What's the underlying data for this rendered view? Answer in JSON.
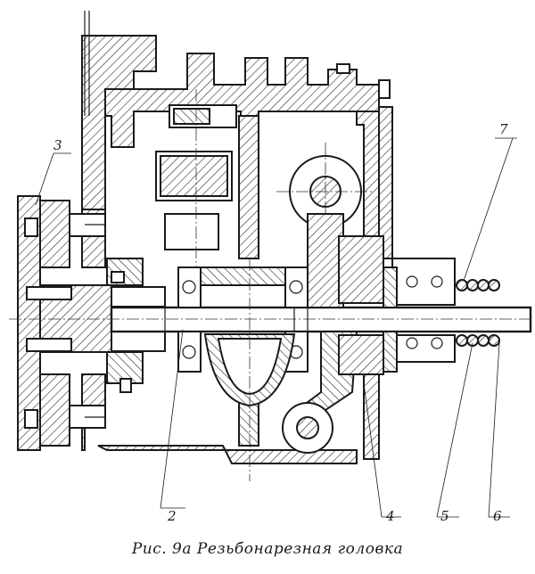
{
  "figure": {
    "caption": "Рис. 9а Резьбонарезная головка"
  },
  "callouts": [
    {
      "id": "2",
      "label": "2"
    },
    {
      "id": "3",
      "label": "3"
    },
    {
      "id": "4",
      "label": "4"
    },
    {
      "id": "5",
      "label": "5"
    },
    {
      "id": "6",
      "label": "6"
    },
    {
      "id": "7",
      "label": "7"
    }
  ]
}
